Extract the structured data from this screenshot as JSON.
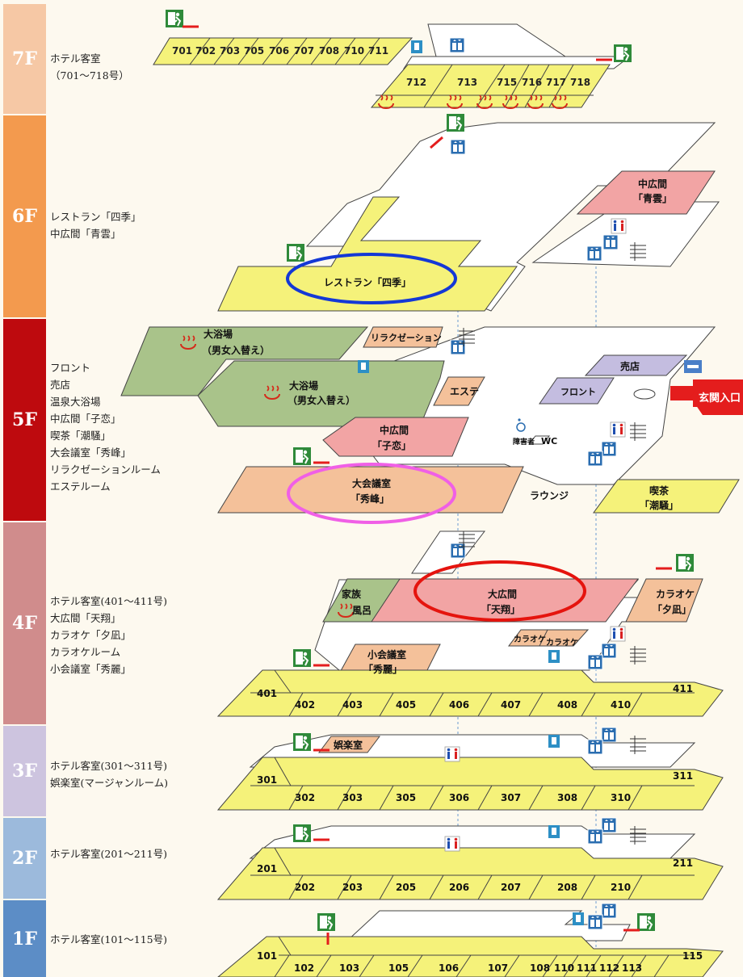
{
  "colors": {
    "tab_7f": "#f6c8a5",
    "tab_6f": "#f39a4e",
    "tab_5f": "#be0a0e",
    "tab_4f": "#d08c8c",
    "tab_3f": "#cdc4df",
    "tab_2f": "#9cbadc",
    "tab_1f": "#5c8dc6",
    "room_yellow": "#f5f27a",
    "banquet_pink": "#f2a4a4",
    "salmon": "#f4c19a",
    "bath_green": "#a9c38a",
    "lavender": "#c4bde0",
    "exit_green": "#2f8a3a",
    "arrow_red": "#e41d1d"
  },
  "floors": [
    {
      "id": "7f",
      "label": "7F",
      "lines": [
        "ホテル客室",
        "（701～718号）"
      ]
    },
    {
      "id": "6f",
      "label": "6F",
      "lines": [
        "レストラン「四季」",
        "中広間「青雲」"
      ]
    },
    {
      "id": "5f",
      "label": "5F",
      "lines": [
        "フロント",
        "売店",
        "温泉大浴場",
        "中広間「子恋」",
        "喫茶「潮騒」",
        "大会議室「秀峰」",
        "リラクゼーションルーム",
        "エステルーム"
      ]
    },
    {
      "id": "4f",
      "label": "4F",
      "lines": [
        "ホテル客室(401～411号)",
        "大広間「天翔」",
        "カラオケ「夕凪」",
        "カラオケルーム",
        "小会議室「秀麗」"
      ]
    },
    {
      "id": "3f",
      "label": "3F",
      "lines": [
        "ホテル客室(301～311号)",
        "娯楽室(マージャンルーム)"
      ]
    },
    {
      "id": "2f",
      "label": "2F",
      "lines": [
        "ホテル客室(201～211号)"
      ]
    },
    {
      "id": "1f",
      "label": "1F",
      "lines": [
        "ホテル客室(101～115号)"
      ]
    }
  ],
  "rooms": {
    "f7a": [
      "701",
      "702",
      "703",
      "705",
      "706",
      "707",
      "708",
      "710",
      "711"
    ],
    "f7b": [
      "712",
      "713",
      "715",
      "716",
      "717",
      "718"
    ],
    "f4": [
      "401",
      "402",
      "403",
      "405",
      "406",
      "407",
      "408",
      "410",
      "411"
    ],
    "f3": [
      "301",
      "302",
      "303",
      "305",
      "306",
      "307",
      "308",
      "310",
      "311"
    ],
    "f2": [
      "201",
      "202",
      "203",
      "205",
      "206",
      "207",
      "208",
      "210",
      "211"
    ],
    "f1": [
      "101",
      "102",
      "103",
      "105",
      "106",
      "107",
      "108",
      "110",
      "111",
      "112",
      "113",
      "115"
    ]
  },
  "labels": {
    "restaurant": "レストラン「四季」",
    "seiun_1": "中広間",
    "seiun_2": "「青雲」",
    "relax": "リラクゼーション",
    "bath_a_1": "大浴場",
    "bath_a_2": "（男女入替え）",
    "bath_b_1": "大浴場",
    "bath_b_2": "（男女入替え）",
    "esthe": "エステ",
    "front": "フロント",
    "shop": "売店",
    "entrance": "玄関入口",
    "koi_1": "中広間",
    "koi_2": "「子恋」",
    "dwc_1": "障害者",
    "dwc_2": "WC",
    "shuho_1": "大会議室",
    "shuho_2": "「秀峰」",
    "lounge": "ラウンジ",
    "shiosai_1": "喫茶",
    "shiosai_2": "「潮騒」",
    "family_1": "家族",
    "family_2": "風呂",
    "tensho_1": "大広間",
    "tensho_2": "「天翔」",
    "yunagi_1": "カラオケ",
    "yunagi_2": "「夕凪」",
    "karaoke_1": "カラオケ",
    "karaoke_2": "カラオケ",
    "shurei_1": "小会議室",
    "shurei_2": "「秀麗」",
    "goraku": "娯楽室"
  }
}
